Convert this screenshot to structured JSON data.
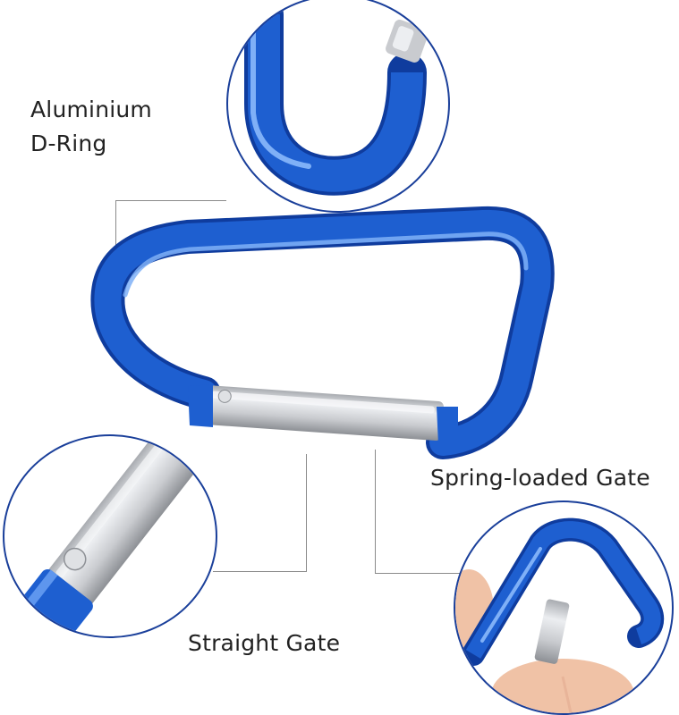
{
  "colors": {
    "background": "#ffffff",
    "text": "#222222",
    "circle_border": "#1a3f9a",
    "carabiner_blue": "#1e5fd0",
    "carabiner_blue_dark": "#0f3c9e",
    "carabiner_highlight": "#6ea4f5",
    "gate_silver": "#c9cbcf",
    "gate_silver_light": "#eceef1",
    "connector_line": "#8a8a8a",
    "skin": "#f0c2a6"
  },
  "labels": {
    "d_ring_line1": "Aluminium",
    "d_ring_line2": "D-Ring",
    "spring_gate": "Spring-loaded Gate",
    "straight_gate": "Straight Gate"
  },
  "detail_circles": {
    "top": "aluminium-d-ring-bend-closeup",
    "bottom_left": "straight-gate-closeup",
    "bottom_right": "spring-loaded-gate-opened-closeup"
  }
}
